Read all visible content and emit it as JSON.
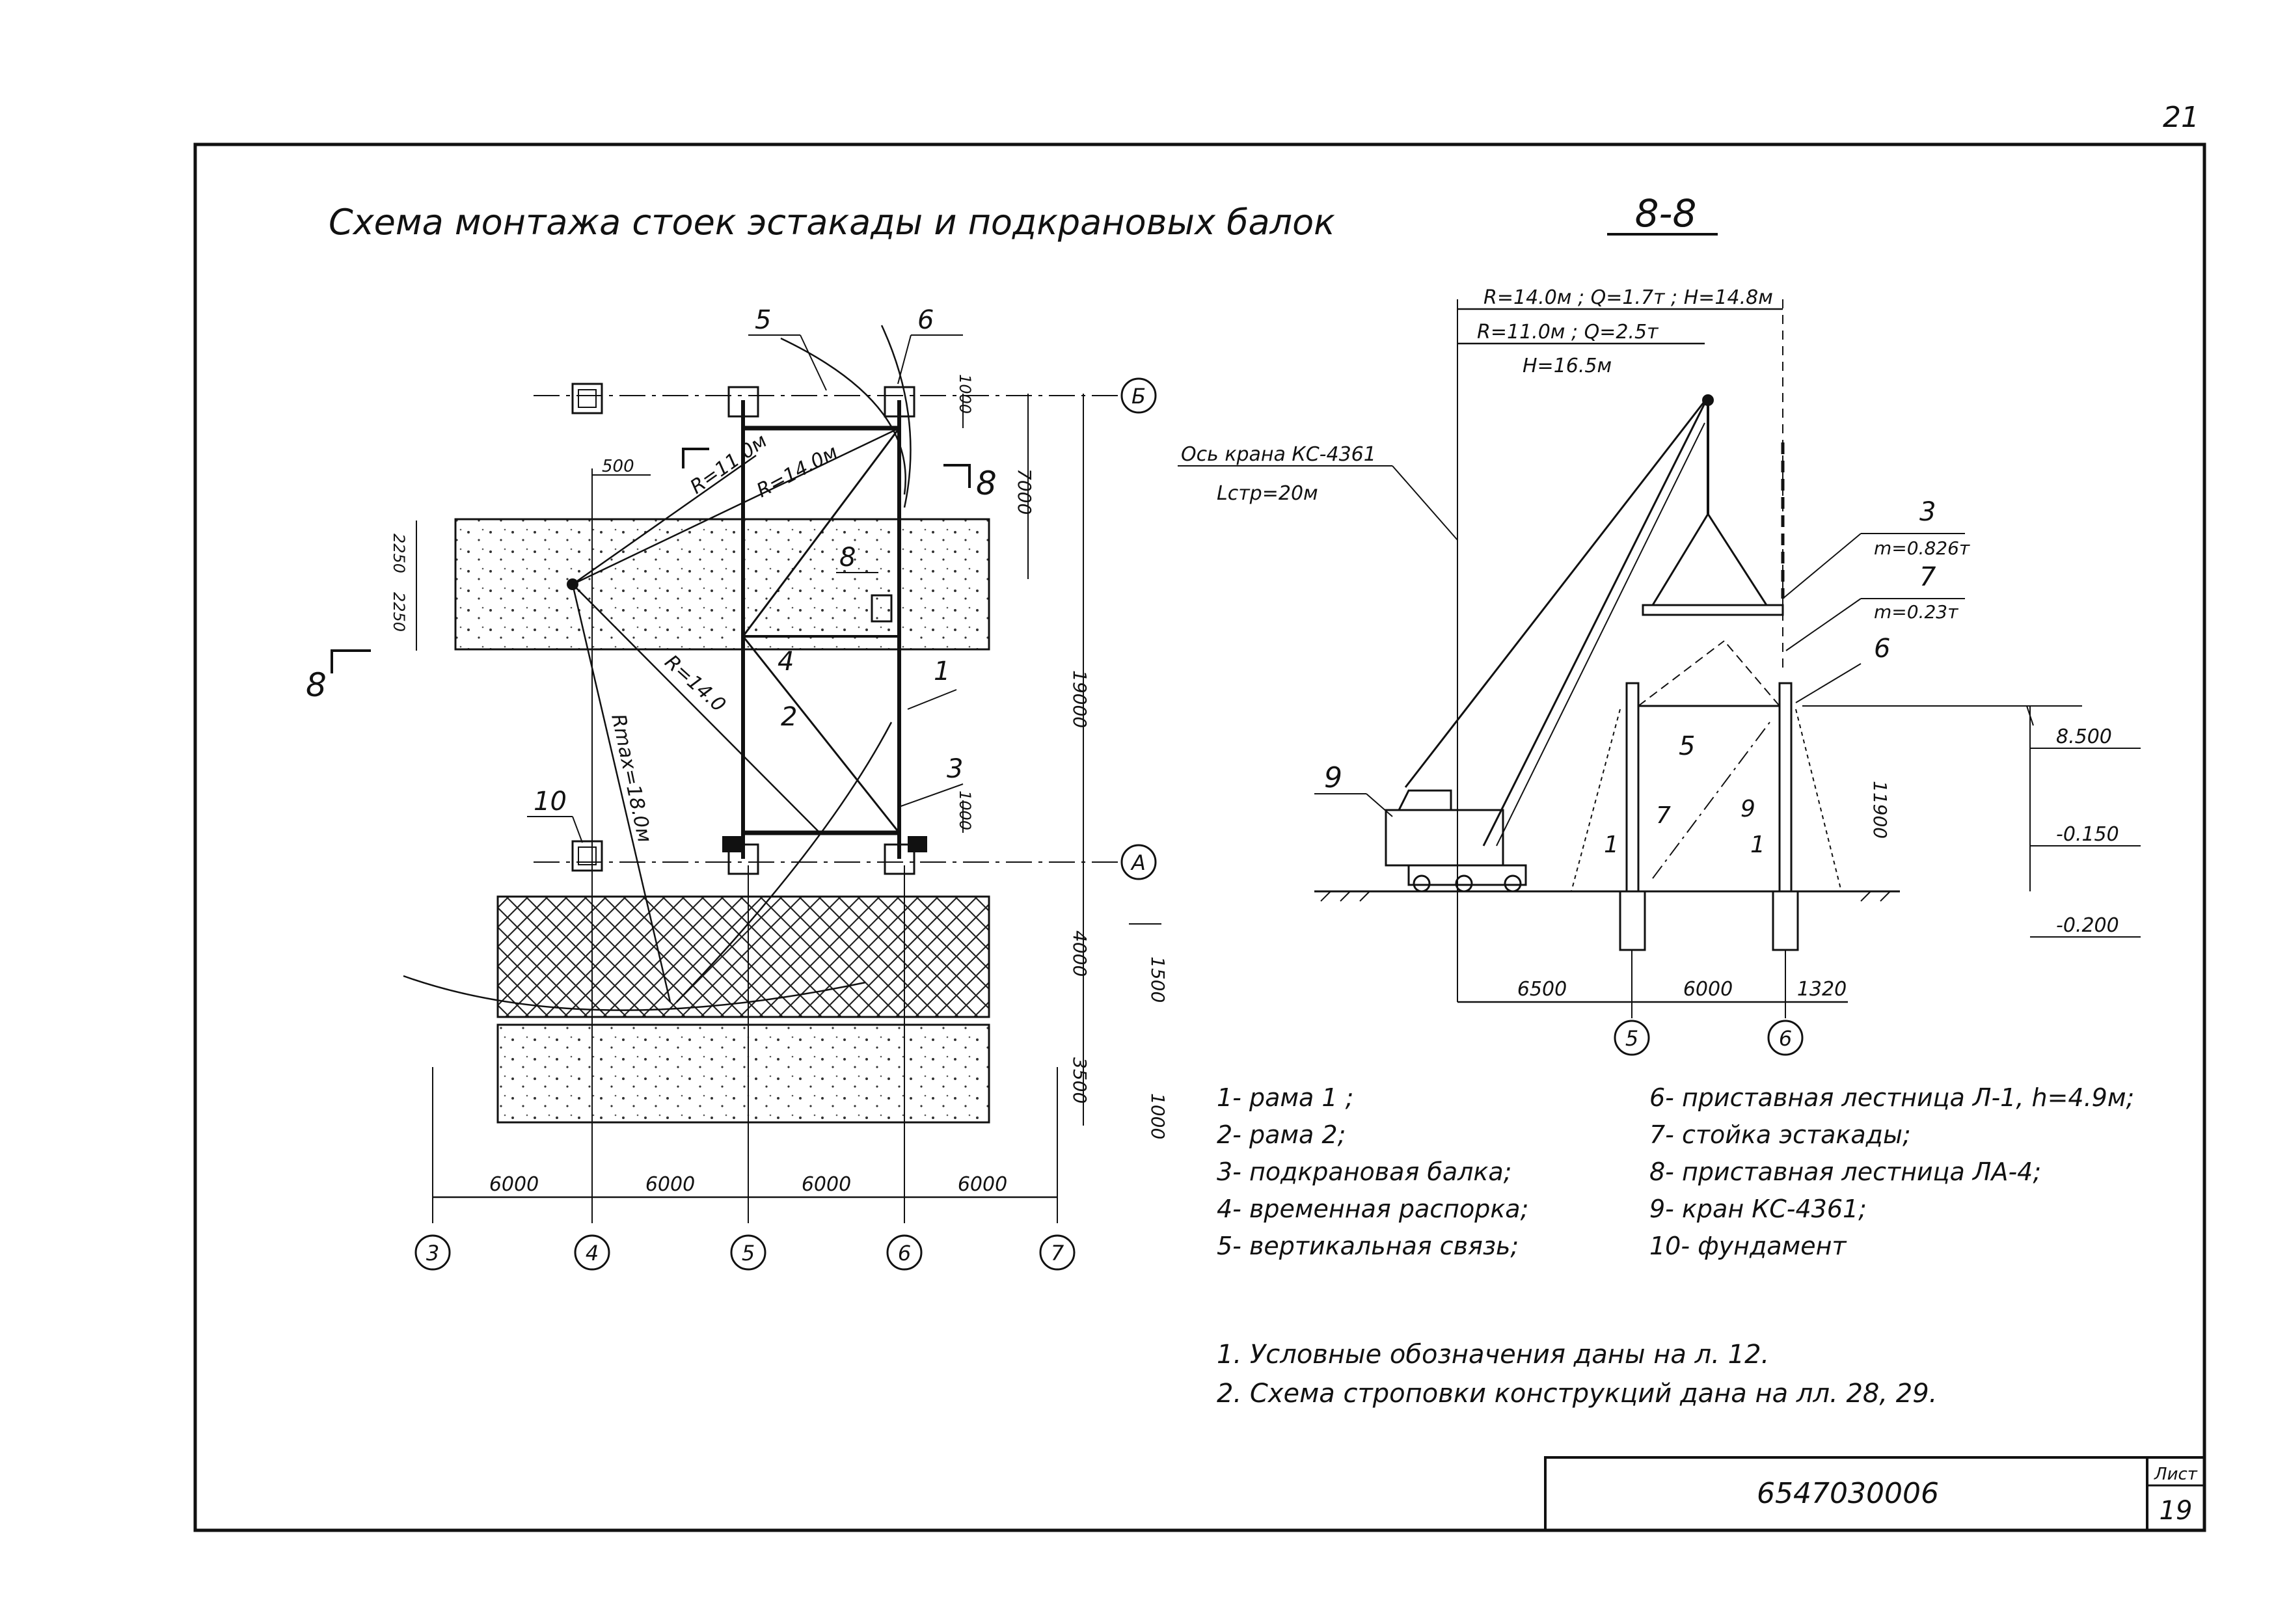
{
  "sheet": {
    "page_number": "21",
    "title": "Схема монтажа стоек эстакады и подкрановых балок",
    "section_title": "8-8",
    "section_mark": "8",
    "doc_code": "6547030006",
    "sheet_label": "Лист",
    "sheet_no": "19"
  },
  "plan": {
    "axes_bottom": [
      "3",
      "4",
      "5",
      "6",
      "7"
    ],
    "axis_letters": [
      "Б",
      "А"
    ],
    "spans": [
      "6000",
      "6000",
      "6000",
      "6000"
    ],
    "dim_right_total": "19000",
    "dim_7000": "7000",
    "dim_1000_top": "1000",
    "dim_1000_mid": "1000",
    "dim_4000": "4000",
    "dim_1500": "1500",
    "dim_3500": "3500",
    "dim_1000_bottom": "1000",
    "dim_500": "500",
    "dim_2250_a": "2250",
    "dim_2250_b": "2250",
    "r_11": "R=11.0м",
    "r_14": "R=14.0м",
    "r_14b": "R=14.0",
    "r_max": "Rmax=18.0м",
    "callouts": [
      "1",
      "2",
      "3",
      "4",
      "5",
      "6",
      "8",
      "10"
    ]
  },
  "section": {
    "r_line1": "R=14.0м ; Q=1.7т ; H=14.8м",
    "r_line2": "R=11.0м ; Q=2.5т",
    "h_line": "H=16.5м",
    "crane_axis": "Ось крана КС-4361",
    "boom": "Lстр=20м",
    "mass3": "m=0.826т",
    "mass7": "m=0.23т",
    "lev1": "8.500",
    "lev2": "-0.150",
    "lev3": "-0.200",
    "dim_11900": "11900",
    "dims_bottom": [
      "6500",
      "6000",
      "1320"
    ],
    "axes": [
      "5",
      "6"
    ],
    "callouts": [
      "1",
      "1",
      "3",
      "5",
      "6",
      "7",
      "7",
      "9"
    ]
  },
  "legend": {
    "left": [
      "1- рама  1 ;",
      "2- рама  2;",
      "3- подкрановая балка;",
      "4- временная распорка;",
      "5- вертикальная связь;"
    ],
    "right": [
      "6- приставная лестница Л-1, h=4.9м;",
      "7- стойка эстакады;",
      "8- приставная лестница ЛА-4;",
      "9- кран КС-4361;",
      "10- фундамент"
    ]
  },
  "notes": [
    "1. Условные обозначения даны на л. 12.",
    "2. Схема строповки конструкций дана на лл. 28, 29."
  ]
}
